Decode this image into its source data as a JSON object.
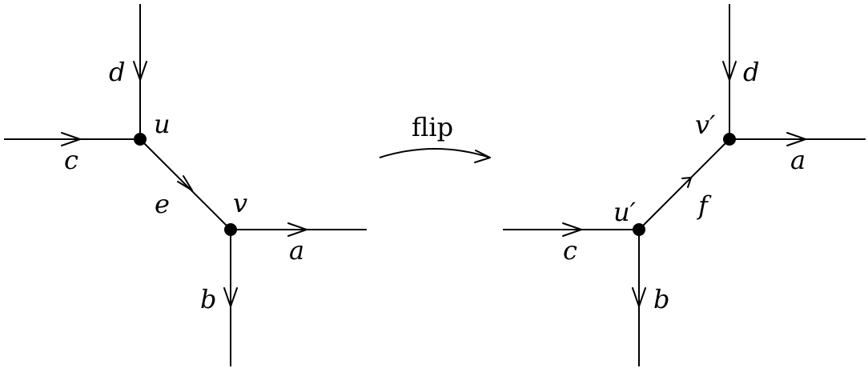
{
  "left": {
    "vertices": {
      "u": "u",
      "v": "v"
    },
    "edges": {
      "a": "a",
      "b": "b",
      "c": "c",
      "d": "d",
      "e": "e"
    }
  },
  "transition": {
    "label": "flip"
  },
  "right": {
    "vertices": {
      "u_prime": "u′",
      "v_prime": "v′"
    },
    "edges": {
      "a": "a",
      "b": "b",
      "c": "c",
      "d": "d",
      "f": "f"
    }
  }
}
